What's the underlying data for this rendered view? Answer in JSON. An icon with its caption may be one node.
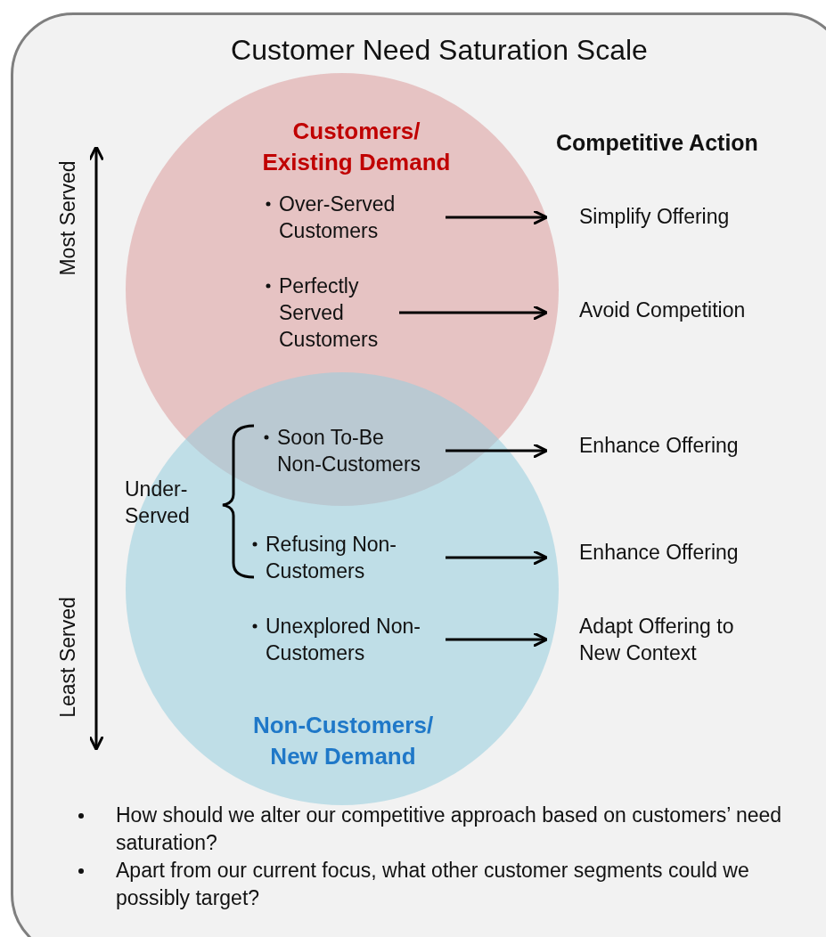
{
  "diagram": {
    "title": "Customer Need Saturation Scale",
    "nodes": [
      {
        "text": [
          "Customers/ Existing Demand"
        ]
      },
      {
        "text": [
          "Over-Served Customers"
        ],
        "in": 0
      },
      {
        "text": [
          "Perfectly Served Customers"
        ],
        "in": 0
      },
      {
        "text": [
          "Non-Customers/ New Demand"
        ]
      },
      {
        "text": [
          "Soon To-Be Non-Customers"
        ]
      },
      {
        "text": [
          "Refusing Non-Customers"
        ],
        "in": 3
      },
      {
        "text": [
          "Unexplored Non-Customers"
        ],
        "in": 3
      },
      {
        "text": [
          "Simplify Offering"
        ]
      },
      {
        "text": [
          "Avoid Competition"
        ]
      },
      {
        "text": [
          "Enhance Offering"
        ]
      },
      {
        "text": [
          "Enhance Offering"
        ]
      },
      {
        "text": [
          "Adapt Offering to New Context"
        ]
      }
    ],
    "edges": [
      {
        "from": 1,
        "to": 7,
        "arrow": "to"
      },
      {
        "from": 2,
        "to": 8,
        "arrow": "to"
      },
      {
        "from": 4,
        "to": 9,
        "arrow": "to"
      },
      {
        "from": 5,
        "to": 10,
        "arrow": "to"
      },
      {
        "from": 6,
        "to": 11,
        "arrow": "to"
      }
    ],
    "labels": [
      "Competitive Action",
      "Most Served",
      "Least Served",
      "Under-Served",
      "How should we alter our competitive approach based on customers’ need saturation?",
      "Apart from our current focus, what other customer segments could we possibly target?"
    ]
  }
}
